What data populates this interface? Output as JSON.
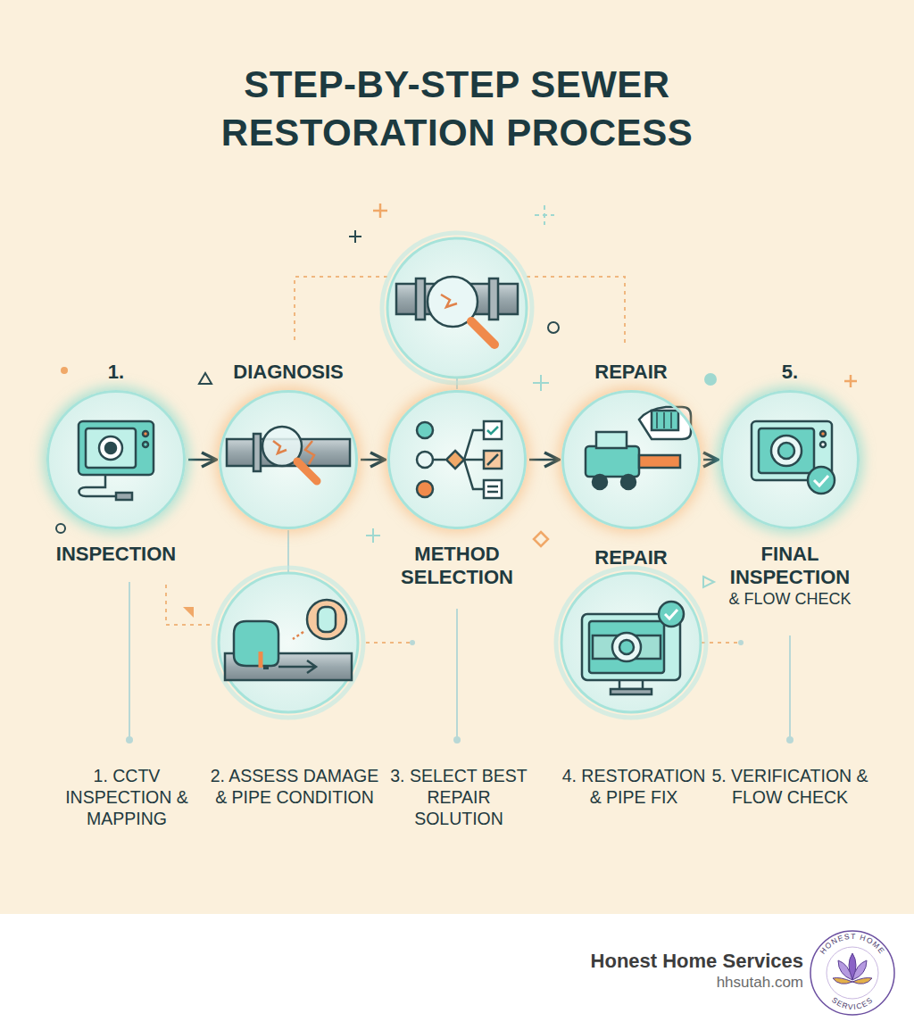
{
  "diagram": {
    "title": "STEP-BY-STEP SEWER RESTORATION PROCESS",
    "nodes": [
      {
        "text": [
          "1.",
          "INSPECTION"
        ]
      },
      {
        "text": [
          "DIAGNOSIS"
        ]
      },
      {
        "text": [
          "METHOD SELECTION"
        ]
      },
      {
        "text": [
          "REPAIR"
        ]
      },
      {
        "text": [
          "5.",
          "FINAL INSPECTION",
          "& FLOW CHECK"
        ]
      }
    ],
    "edges": [
      {
        "from": 0,
        "to": 1,
        "arrow": "to"
      },
      {
        "from": 1,
        "to": 2,
        "arrow": "to"
      },
      {
        "from": 2,
        "to": 3,
        "arrow": "to"
      },
      {
        "from": 3,
        "to": 4,
        "arrow": "to"
      }
    ],
    "labels": [
      "REPAIR",
      "1. CCTV INSPECTION & MAPPING",
      "2. ASSESS DAMAGE & PIPE CONDITION",
      "3. SELECT BEST REPAIR SOLUTION",
      "4. RESTORATION & PIPE FIX",
      "5. VERIFICATION & FLOW CHECK",
      "Honest Home Services",
      "hhsutah.com",
      "HONEST HOME",
      "SERVICES"
    ]
  }
}
